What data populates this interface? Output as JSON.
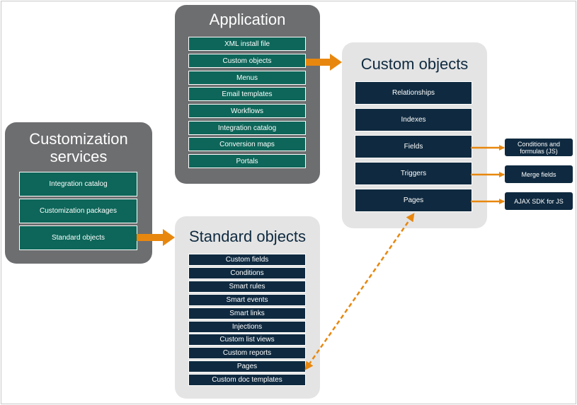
{
  "application": {
    "title": "Application",
    "items": [
      "XML install file",
      "Custom objects",
      "Menus",
      "Email templates",
      "Workflows",
      "Integration catalog",
      "Conversion maps",
      "Portals"
    ]
  },
  "customization_services": {
    "title": "Customization services",
    "items": [
      "Integration catalog",
      "Customization packages",
      "Standard objects"
    ]
  },
  "custom_objects": {
    "title": "Custom objects",
    "items": [
      "Relationships",
      "Indexes",
      "Fields",
      "Triggers",
      "Pages"
    ]
  },
  "standard_objects": {
    "title": "Standard objects",
    "items": [
      "Custom fields",
      "Conditions",
      "Smart rules",
      "Smart events",
      "Smart links",
      "Injections",
      "Custom list views",
      "Custom reports",
      "Pages",
      "Custom doc templates"
    ]
  },
  "side_notes": [
    "Conditions and formulas (JS)",
    "Merge fields",
    "AJAX SDK for JS"
  ],
  "colors": {
    "dark_panel": "#6d6e70",
    "light_panel": "#e4e4e4",
    "teal_item": "#0d6659",
    "navy_item": "#0f2a40",
    "arrow": "#e8870e"
  }
}
